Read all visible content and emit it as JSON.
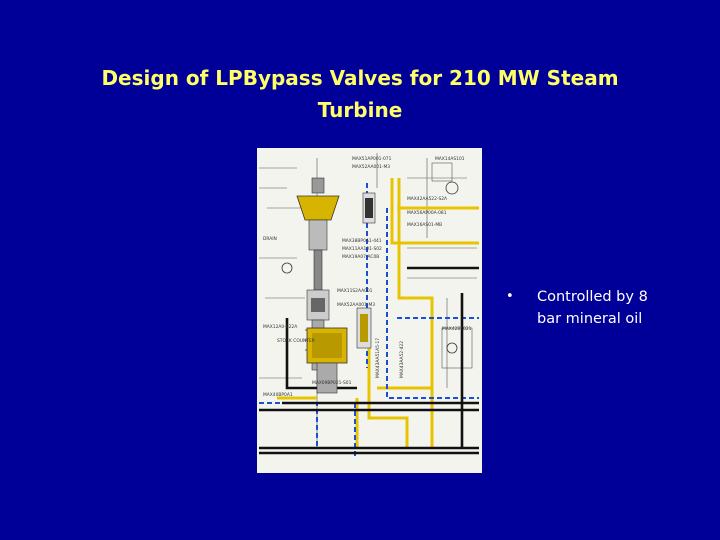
{
  "slide": {
    "title_lines": [
      "Design of LPBypass Valves for 210 MW Steam",
      "Turbine"
    ],
    "bullets": [
      {
        "lines": [
          "Controlled by 8",
          "bar mineral oil"
        ]
      }
    ]
  },
  "diagram": {
    "labels": [
      "MAX51AP001-071",
      "MAX52AA001-M3",
      "MAX14AS101",
      "MAX42AA522-S2A",
      "MAX56AP00A-081",
      "MAX16AS01-MB",
      "MAX38BP0A1-441",
      "MAX11AA101-S02",
      "MAX19A07-AC0B",
      "MAX11S2AA001",
      "MAX52AA001-M3",
      "MAX42BT021",
      "MAX12A0-B22A",
      "MAX09BP021-S01",
      "MAX40BP0A1",
      "MAX43AA51A5-17",
      "MAX43AA52-422",
      "DRAIN",
      "STOCK COUNTER"
    ],
    "colors": {
      "pipe_yellow": "#e8c400",
      "pipe_blue": "#1a4fd6",
      "pipe_black": "#111111",
      "line_gray": "#555555",
      "valve_fill": "#d6b400"
    }
  }
}
